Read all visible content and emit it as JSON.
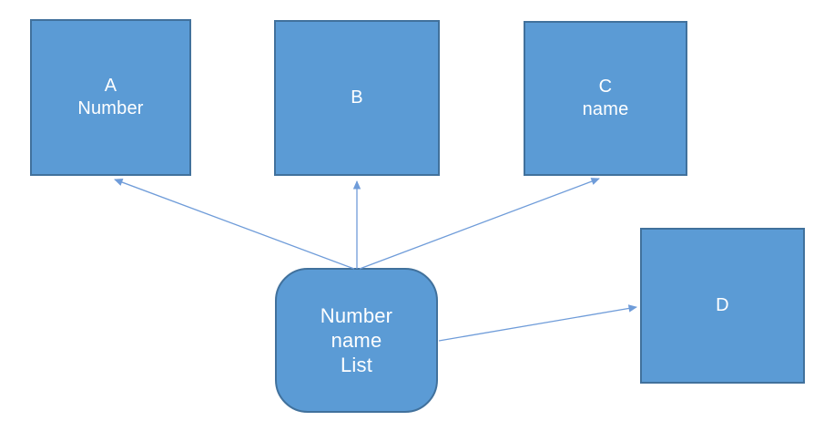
{
  "diagram": {
    "background_color": "#ffffff",
    "shape_fill_color": "#5b9bd5",
    "shape_border_color": "#41719c",
    "connector_color": "#6f9cd9",
    "label_color": "#ffffff",
    "nodes": [
      {
        "id": "A",
        "shape": "square",
        "label": "A Number",
        "label_lines": [
          "A",
          "Number"
        ]
      },
      {
        "id": "B",
        "shape": "square",
        "label": "B",
        "label_lines": [
          "B"
        ]
      },
      {
        "id": "C",
        "shape": "square",
        "label": "C name",
        "label_lines": [
          "C",
          "name"
        ]
      },
      {
        "id": "D",
        "shape": "square",
        "label": "D",
        "label_lines": [
          "D"
        ]
      },
      {
        "id": "List",
        "shape": "rounded-rectangle",
        "label": "Number name List",
        "label_lines": [
          "Number",
          "name",
          "List"
        ]
      }
    ],
    "connectors": [
      {
        "from": "List",
        "to": "A",
        "arrowhead": "end"
      },
      {
        "from": "List",
        "to": "B",
        "arrowhead": "end"
      },
      {
        "from": "List",
        "to": "C",
        "arrowhead": "end"
      },
      {
        "from": "List",
        "to": "D",
        "arrowhead": "end"
      }
    ]
  }
}
